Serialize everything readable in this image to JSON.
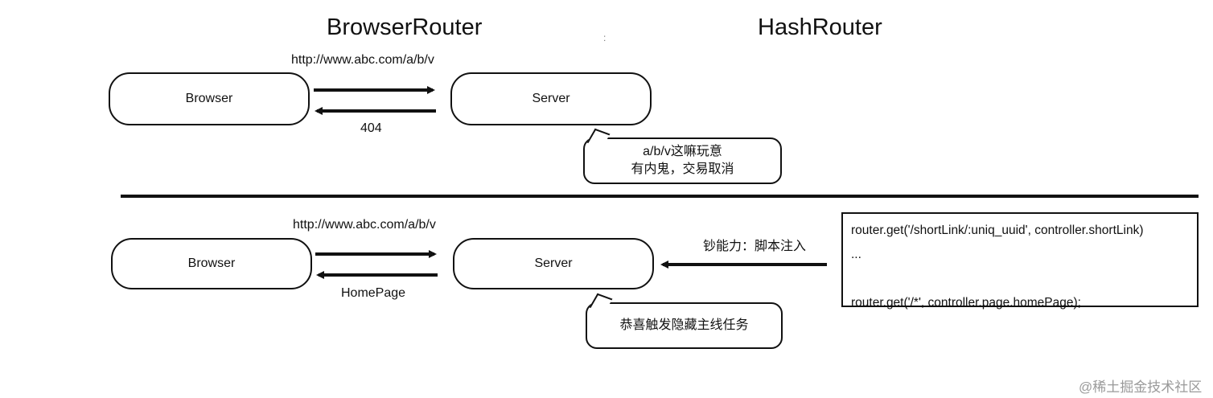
{
  "headings": {
    "left": "BrowserRouter",
    "separator": ":",
    "right": "HashRouter"
  },
  "top": {
    "url": "http://www.abc.com/a/b/v",
    "browser": "Browser",
    "server": "Server",
    "response": "404",
    "bubble_line1": "a/b/v这嘛玩意",
    "bubble_line2": "有内鬼，交易取消"
  },
  "bottom": {
    "url": "http://www.abc.com/a/b/v",
    "browser": "Browser",
    "server": "Server",
    "response": "HomePage",
    "bubble": "恭喜触发隐藏主线任务",
    "inject_label": "钞能力：脚本注入",
    "code": [
      "router.get('/shortLink/:uniq_uuid', controller.shortLink)",
      "...",
      "",
      "router.get('/*', controller.page.homePage);"
    ]
  },
  "watermark": "@稀土掘金技术社区"
}
